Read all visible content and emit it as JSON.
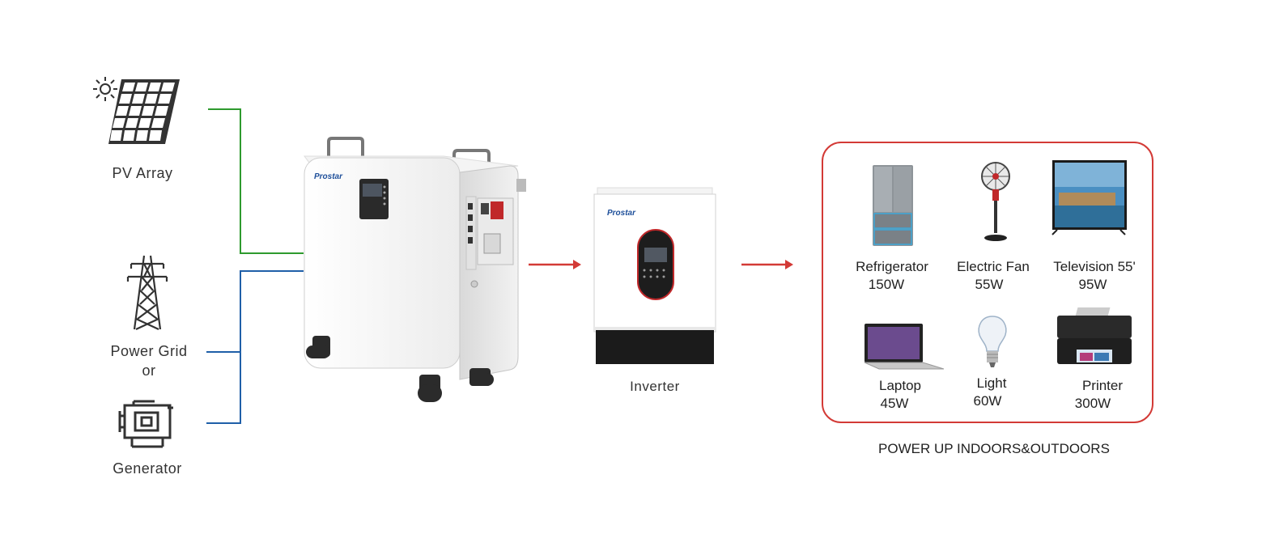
{
  "sources": {
    "pv_label": "PV Array",
    "grid_label": "Power Grid",
    "or_label": "or",
    "generator_label": "Generator"
  },
  "battery": {
    "brand": "Prostar"
  },
  "inverter": {
    "brand": "Prostar",
    "label": "Inverter"
  },
  "appliances": [
    {
      "name": "Refrigerator",
      "power": "150W",
      "icon": "refrigerator-icon"
    },
    {
      "name": "Electric Fan",
      "power": "55W",
      "icon": "fan-icon"
    },
    {
      "name": "Television 55'",
      "power": "95W",
      "icon": "television-icon"
    },
    {
      "name": "Laptop",
      "power": "45W",
      "icon": "laptop-icon"
    },
    {
      "name": "Light",
      "power": "60W",
      "icon": "light-bulb-icon"
    },
    {
      "name": "Printer",
      "power": "300W",
      "icon": "printer-icon"
    }
  ],
  "caption": "POWER UP INDOORS&OUTDOORS",
  "colors": {
    "pv_line": "#2e9a2e",
    "grid_line": "#1f5fa8",
    "arrow": "#d33a36",
    "frame": "#d33a36"
  }
}
